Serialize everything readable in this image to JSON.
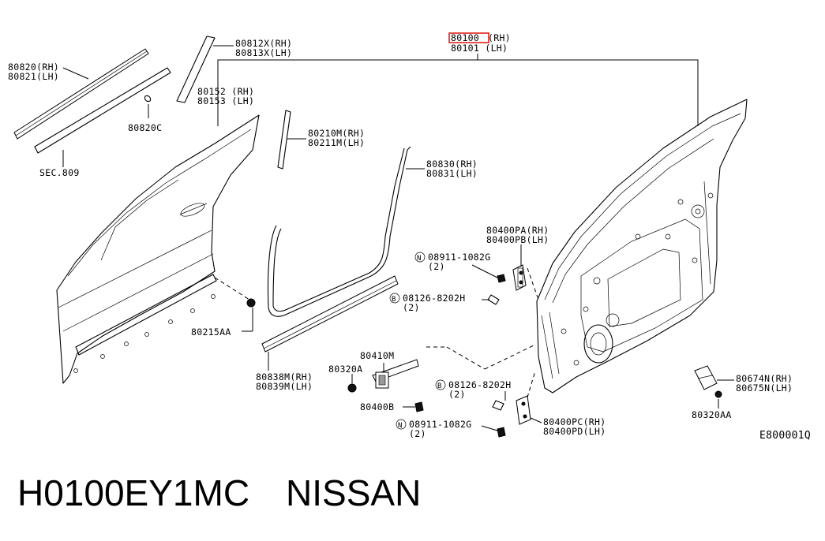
{
  "labels": {
    "p80100": "80100",
    "p80100_rh": "(RH)",
    "p80101": "80101 (LH)",
    "p80812": "80812X(RH)",
    "p80813": "80813X(LH)",
    "p80820": "80820(RH)",
    "p80821": "80821(LH)",
    "p80820c": "80820C",
    "sec809": "SEC.809",
    "p80152": "80152 (RH)",
    "p80153": "80153 (LH)",
    "p80210": "80210M(RH)",
    "p80211": "80211M(LH)",
    "p80830": "80830(RH)",
    "p80831": "80831(LH)",
    "p80400pa": "80400PA(RH)",
    "p80400pb": "80400PB(LH)",
    "n08911_a": "08911-1082G",
    "n08911_a_qty": "(2)",
    "b08126_a": "08126-8202H",
    "b08126_a_qty": "(2)",
    "p80215aa": "80215AA",
    "p80410m": "80410M",
    "p80320a": "80320A",
    "p80838": "80838M(RH)",
    "p80839": "80839M(LH)",
    "p80400b": "80400B",
    "b08126_b": "08126-8202H",
    "b08126_b_qty": "(2)",
    "n08911_b": "08911-1082G",
    "n08911_b_qty": "(2)",
    "p80400pc": "80400PC(RH)",
    "p80400pd": "80400PD(LH)",
    "p80674": "80674N(RH)",
    "p80675": "80675N(LH)",
    "p80320aa": "80320AA",
    "diagram_code": "E800001Q",
    "prefix_n": "N",
    "prefix_b": "B"
  },
  "footer": {
    "part_number": "H0100EY1MC",
    "brand": "NISSAN"
  },
  "colors": {
    "highlight": "#e0201b",
    "ink": "#000000"
  }
}
